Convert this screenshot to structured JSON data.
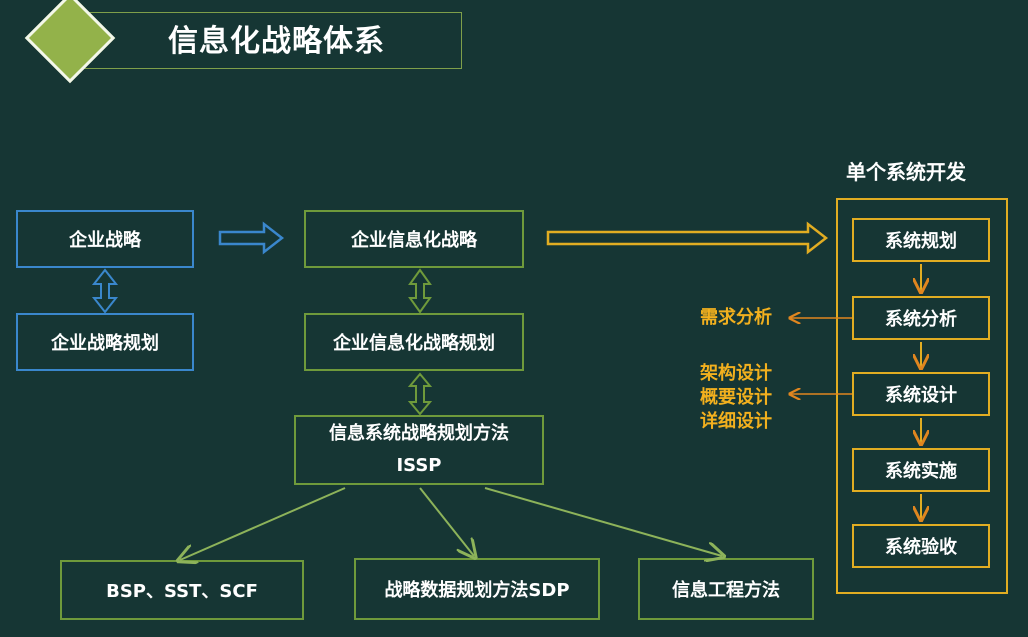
{
  "title": "信息化战略体系",
  "left": {
    "enterprise_strategy": "企业战略",
    "enterprise_strategy_planning": "企业战略规划"
  },
  "middle": {
    "info_strategy": "企业信息化战略",
    "info_strategy_planning": "企业信息化战略规划",
    "issp_line1": "信息系统战略规划方法",
    "issp_line2": "ISSP"
  },
  "bottom": {
    "bsp": "BSP、SST、SCF",
    "sdp": "战略数据规划方法SDP",
    "ie": "信息工程方法"
  },
  "right": {
    "panel_title": "单个系统开发",
    "steps": [
      "系统规划",
      "系统分析",
      "系统设计",
      "系统实施",
      "系统验收"
    ],
    "analysis_note": "需求分析",
    "design_notes": [
      "架构设计",
      "概要设计",
      "详细设计"
    ]
  },
  "colors": {
    "background": "#163634",
    "blue": "#3a87cc",
    "green": "#6f9a3b",
    "orange": "#e1ad22"
  }
}
